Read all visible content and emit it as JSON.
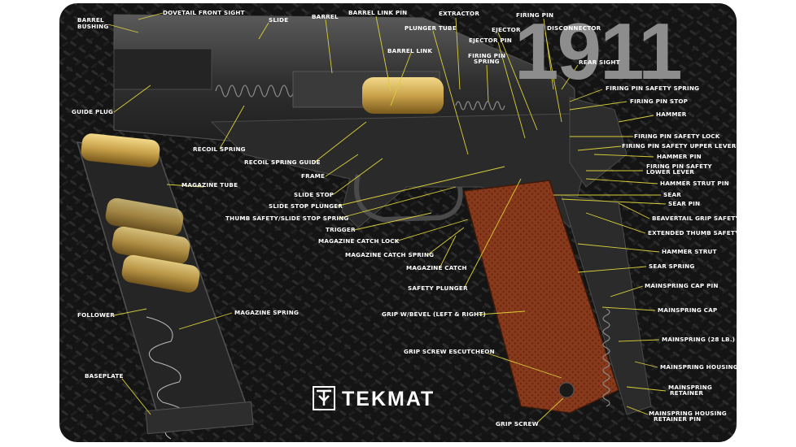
{
  "mat": {
    "title": "1911",
    "brand": "TEKMAT",
    "brand_icon": "tekmat-logo-icon",
    "colors": {
      "background": "#111111",
      "diamond_plate": "#2a2a2a",
      "leader_line": "#d9cf3a",
      "label_text": "#ffffff",
      "title_text": "#8d8d8d",
      "brass": "#c9a24a",
      "grip": "#8a3a1c",
      "steel": "#3a3a3a"
    }
  },
  "labels": {
    "dovetail_front_sight": "DOVETAIL FRONT SIGHT",
    "barrel_bushing_1": "BARREL",
    "barrel_bushing_2": "BUSHING",
    "slide": "SLIDE",
    "barrel": "BARREL",
    "barrel_link_pin": "BARREL LINK PIN",
    "extractor": "EXTRACTOR",
    "firing_pin": "FIRING PIN",
    "plunger_tube": "PLUNGER TUBE",
    "disconnector": "DISCONNECTOR",
    "ejector": "EJECTOR",
    "ejector_pin": "EJECTOR PIN",
    "barrel_link": "BARREL LINK",
    "firing_pin_spring_1": "FIRING PIN",
    "firing_pin_spring_2": "SPRING",
    "rear_sight": "REAR SIGHT",
    "guide_plug": "GUIDE PLUG",
    "firing_pin_safety_spring": "FIRING PIN SAFETY SPRING",
    "firing_pin_stop": "FIRING PIN STOP",
    "hammer": "HAMMER",
    "firing_pin_safety_lock": "FIRING PIN SAFETY LOCK",
    "firing_pin_safety_upper_lever": "FIRING PIN SAFETY UPPER LEVER",
    "recoil_spring": "RECOIL SPRING",
    "hammer_pin": "HAMMER PIN",
    "recoil_spring_guide": "RECOIL SPRING GUIDE",
    "firing_pin_safety_lower_lever_1": "FIRING PIN SAFETY",
    "firing_pin_safety_lower_lever_2": "LOWER LEVER",
    "frame": "FRAME",
    "hammer_strut_pin": "HAMMER STRUT PIN",
    "magazine_tube": "MAGAZINE TUBE",
    "slide_stop": "SLIDE STOP",
    "sear": "SEAR",
    "slide_stop_plunger": "SLIDE STOP PLUNGER",
    "sear_pin": "SEAR PIN",
    "thumb_safety_slide_stop_spring": "THUMB SAFETY/SLIDE STOP SPRING",
    "beavertail_grip_safety": "BEAVERTAIL GRIP SAFETY",
    "trigger": "TRIGGER",
    "extended_thumb_safety": "EXTENDED THUMB SAFETY",
    "magazine_catch_lock": "MAGAZINE CATCH LOCK",
    "hammer_strut": "HAMMER STRUT",
    "magazine_catch_spring": "MAGAZINE CATCH SPRING",
    "sear_spring": "SEAR SPRING",
    "magazine_catch": "MAGAZINE CATCH",
    "mainspring_cap_pin": "MAINSPRING CAP PIN",
    "safety_plunger": "SAFETY PLUNGER",
    "mainspring_cap": "MAINSPRING CAP",
    "follower": "FOLLOWER",
    "magazine_spring": "MAGAZINE SPRING",
    "grip_w_bevel": "GRIP W/BEVEL (LEFT & RIGHT)",
    "mainspring": "MAINSPRING (28 LB.)",
    "grip_screw_escutcheon": "GRIP SCREW ESCUTCHEON",
    "mainspring_housing": "MAINSPRING HOUSING",
    "baseplate": "BASEPLATE",
    "mainspring_retainer_1": "MAINSPRING",
    "mainspring_retainer_2": "RETAINER",
    "mainspring_housing_retainer_pin_1": "MAINSPRING HOUSING",
    "mainspring_housing_retainer_pin_2": "RETAINER PIN",
    "grip_screw": "GRIP SCREW"
  }
}
